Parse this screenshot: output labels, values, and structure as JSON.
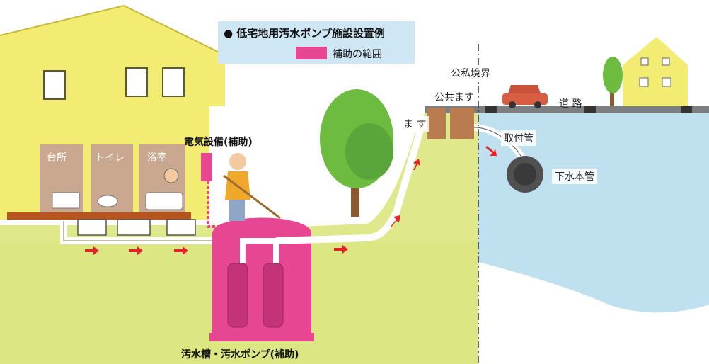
{
  "legend": {
    "title": "● 低宅地用汚水ポンプ施設設置例",
    "swatch_color": "#e74693",
    "label": "補助の範囲"
  },
  "labels": {
    "boundary": "公私境界",
    "public_masu": "公共ます",
    "masu": "ま す",
    "road": "道 路",
    "connection_pipe": "取付管",
    "sewer_main": "下水本管",
    "electric": "電気設備(補助)",
    "tank_pump": "汚水槽・汚水ポンプ(補助)",
    "kitchen": "台所",
    "toilet": "トイレ",
    "bathroom": "浴室"
  },
  "icons": [
    "house",
    "tree",
    "car",
    "person-sweeping",
    "flow-arrow",
    "pump-tank",
    "sewer-pipe"
  ],
  "colors": {
    "subsidy": "#e74693",
    "ground": "#dfe88a",
    "water": "#bfe0ef",
    "house": "#f3ec72",
    "arrow": "#e8202a",
    "pipe": "#ffffff"
  }
}
